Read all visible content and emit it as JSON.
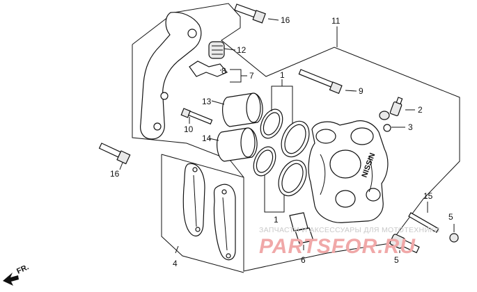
{
  "diagram": {
    "callouts": [
      {
        "id": "1a",
        "text": "1"
      },
      {
        "id": "1b",
        "text": "1"
      },
      {
        "id": "2",
        "text": "2"
      },
      {
        "id": "3",
        "text": "3"
      },
      {
        "id": "4",
        "text": "4"
      },
      {
        "id": "5a",
        "text": "5"
      },
      {
        "id": "5b",
        "text": "5"
      },
      {
        "id": "6",
        "text": "6"
      },
      {
        "id": "7",
        "text": "7"
      },
      {
        "id": "8",
        "text": "8"
      },
      {
        "id": "9",
        "text": "9"
      },
      {
        "id": "10",
        "text": "10"
      },
      {
        "id": "11",
        "text": "11"
      },
      {
        "id": "12",
        "text": "12"
      },
      {
        "id": "13",
        "text": "13"
      },
      {
        "id": "14",
        "text": "14"
      },
      {
        "id": "15",
        "text": "15"
      },
      {
        "id": "16a",
        "text": "16"
      },
      {
        "id": "16b",
        "text": "16"
      }
    ],
    "direction_label": "FR.",
    "caliper_marking": "NISSIN"
  },
  "watermark": {
    "tagline": "ЗАПЧАСТИ И АКСЕССУАРЫ ДЛЯ МОТОТЕХНИКИ",
    "brand": "PARTSFOR.RU"
  },
  "colors": {
    "line": "#111111",
    "watermark_brand": "#f0a8a8",
    "watermark_tagline": "#c9c9c9"
  }
}
